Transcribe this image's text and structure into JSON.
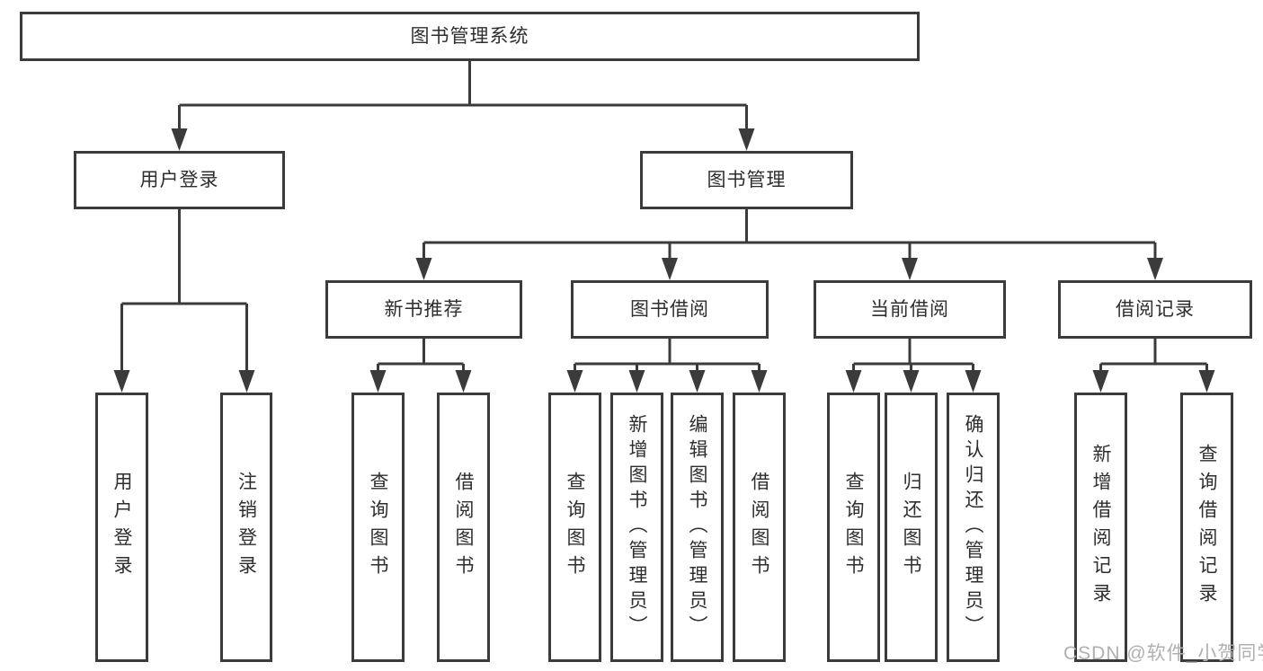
{
  "root": {
    "label": "图书管理系统"
  },
  "level2": [
    {
      "id": "user-login",
      "label": "用户登录",
      "children": [
        {
          "label": "用户登录"
        },
        {
          "label": "注销登录"
        }
      ]
    },
    {
      "id": "book-management",
      "label": "图书管理"
    }
  ],
  "level3": [
    {
      "id": "new-book-recommend",
      "label": "新书推荐",
      "children": [
        {
          "label": "查询图书"
        },
        {
          "label": "借阅图书"
        }
      ]
    },
    {
      "id": "book-borrowing",
      "label": "图书借阅",
      "children": [
        {
          "label": "查询图书"
        },
        {
          "label": "新增图书（管理员）"
        },
        {
          "label": "编辑图书（管理员）"
        },
        {
          "label": "借阅图书"
        }
      ]
    },
    {
      "id": "current-borrowing",
      "label": "当前借阅",
      "children": [
        {
          "label": "查询图书"
        },
        {
          "label": "归还图书"
        },
        {
          "label": "确认归还（管理员）"
        }
      ]
    },
    {
      "id": "borrowing-records",
      "label": "借阅记录",
      "children": [
        {
          "label": "新增借阅记录"
        },
        {
          "label": "查询借阅记录"
        }
      ]
    }
  ],
  "watermark": "CSDN @软件_小贺同学",
  "colors": {
    "line": "#3b3b3b",
    "text": "#2e2e2e",
    "watermark": "#b0b0b0",
    "background": "#ffffff"
  }
}
